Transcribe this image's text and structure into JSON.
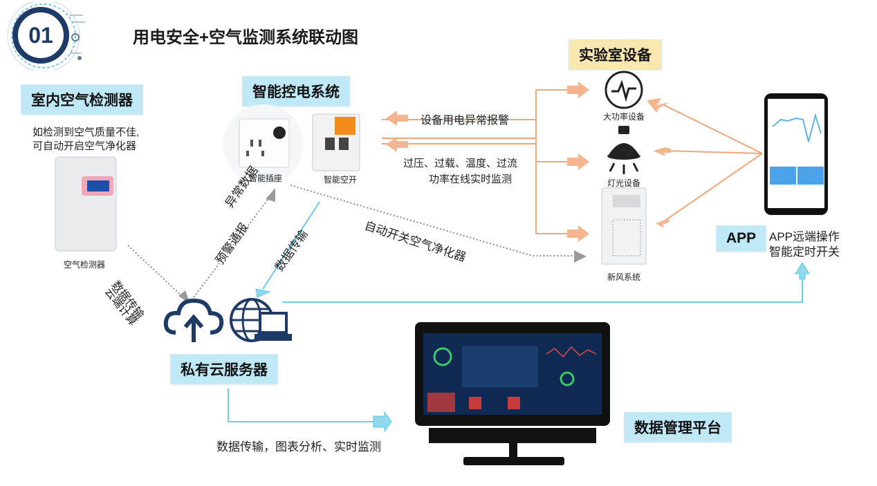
{
  "header": {
    "number": "01",
    "title": "用电安全+空气监测系统联动图"
  },
  "air_detector": {
    "box_label": "室内空气检测器",
    "desc_line1": "如检测到空气质量不佳,",
    "desc_line2": "可自动开启空气净化器",
    "caption": "空气检测器",
    "link_text1": "数据传输",
    "link_text2": "云端计算"
  },
  "smart_power": {
    "box_label": "智能控电系统",
    "socket_caption": "智能插座",
    "breaker_caption": "智能空开",
    "alarm_text": "设备用电异常报警",
    "monitor_line1": "过压、过载、温度、过流",
    "monitor_line2": "功率在线实时监测",
    "report_line1": "异常数据",
    "report_line2": "预警通报",
    "auto_text": "自动开关空气净化器"
  },
  "lab_equipment": {
    "box_label": "实验室设备",
    "high_power": "大功率设备",
    "lighting": "灯光设备",
    "fresh_air": "新风系统"
  },
  "app": {
    "box_label": "APP",
    "desc_line1": "APP远端操作",
    "desc_line2": "智能定时开关"
  },
  "cloud": {
    "box_label": "私有云服务器",
    "transfer_text": "数据传输",
    "bottom_text": "数据传输，图表分析、实时监测"
  },
  "platform": {
    "box_label": "数据管理平台"
  },
  "colors": {
    "orange": "#f0a678",
    "cyan": "#5bc8e6",
    "navy": "#1e3a66",
    "gray": "#8a8a8a"
  }
}
